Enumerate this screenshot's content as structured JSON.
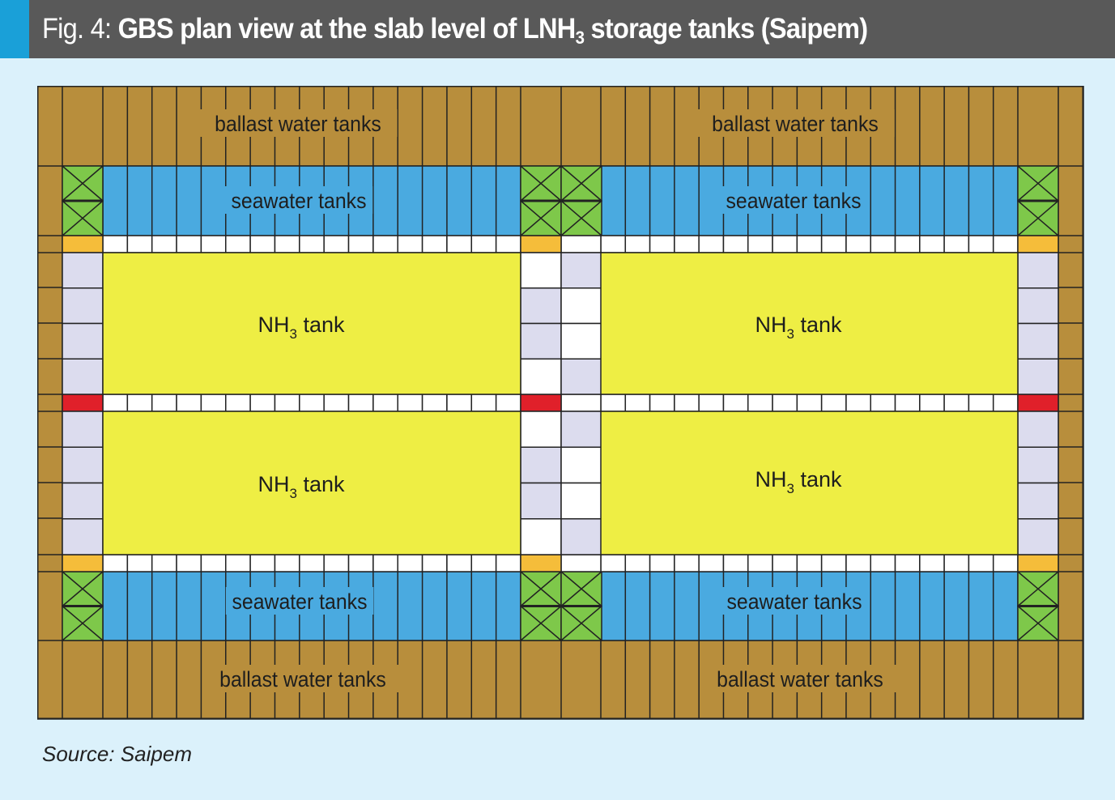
{
  "header": {
    "fig_label": "Fig. 4:",
    "title_main": "GBS plan view at the slab level of LNH",
    "title_sub": "3",
    "title_tail": " storage tanks (Saipem)"
  },
  "diagram": {
    "ballast_label": "ballast water tanks",
    "seawater_label": "seawater tanks",
    "nh3_main": "NH",
    "nh3_sub": "3",
    "nh3_tail": " tank"
  },
  "source": "Source: Saipem",
  "colors": {
    "ballast": "#b88e3c",
    "seawater": "#4aaae0",
    "nh3_tank": "#eeee44",
    "cross_box": "#7ec84a",
    "corner_orange": "#f5bd3a",
    "corner_red": "#e0202a",
    "lavender": "#dcdcee",
    "white": "#ffffff",
    "header_bg": "#595959",
    "accent": "#1aa0d8",
    "page_bg": "#dbf1fb"
  }
}
